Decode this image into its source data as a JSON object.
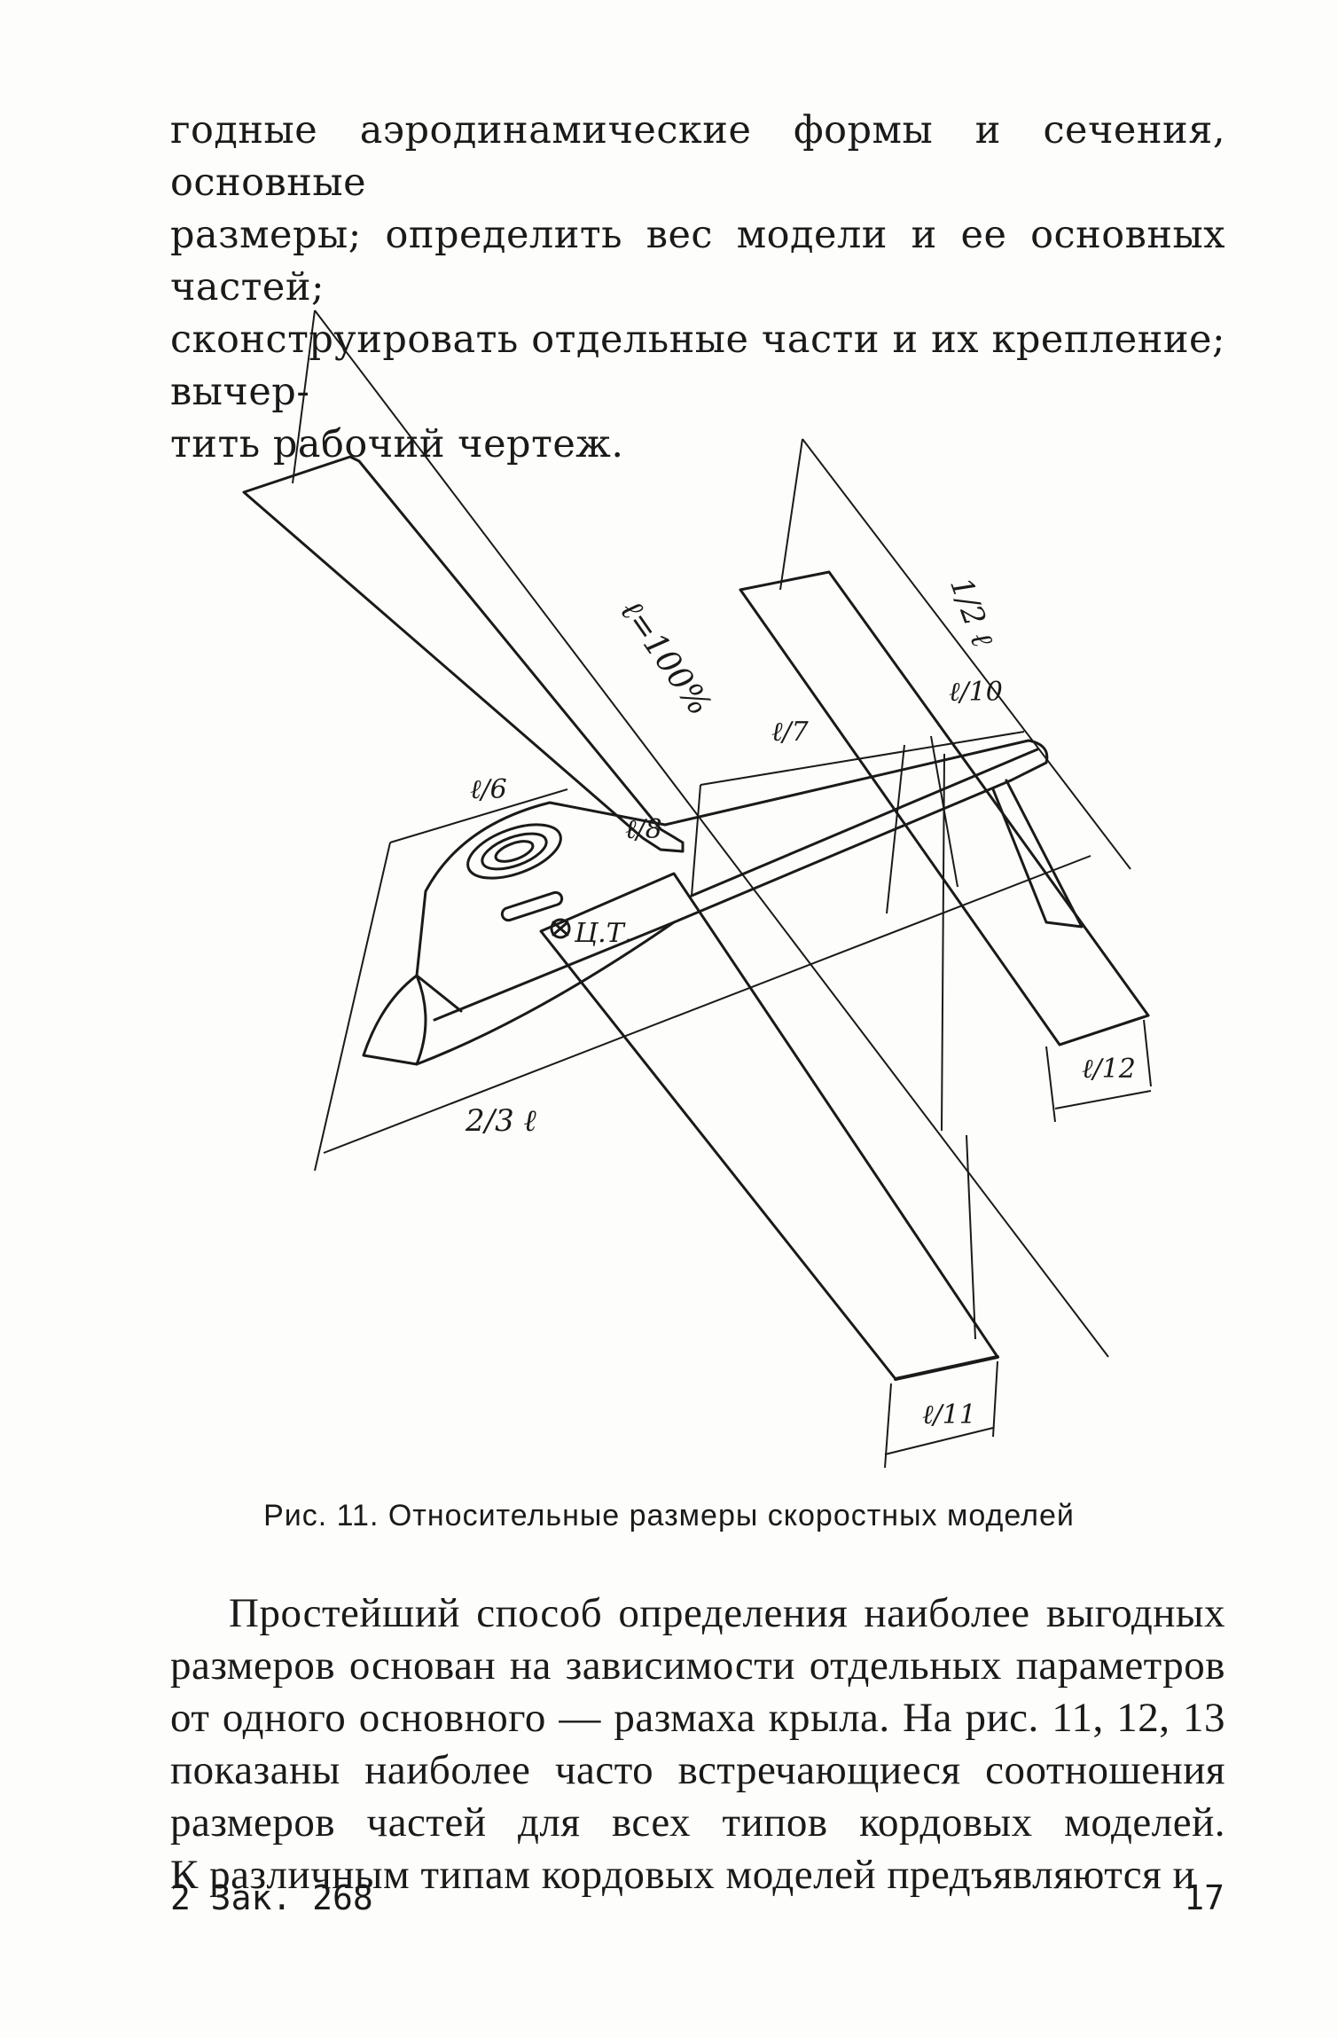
{
  "top_paragraph": {
    "lines": [
      "годные аэродинамические формы и сечения, основные",
      "размеры; определить вес модели и ее основных частей;",
      "сконструировать отдельные части и их крепление; вычер-",
      "тить рабочий чертеж."
    ]
  },
  "figure": {
    "labels": {
      "span": "ℓ=100%",
      "half": "1/2 ℓ",
      "l6": "ℓ/6",
      "l7": "ℓ/7",
      "l8": "ℓ/8",
      "l10": "ℓ/10",
      "l11": "ℓ/11",
      "l12": "ℓ/12",
      "two_thirds": "2/3 ℓ",
      "cg": "Ц.Т."
    }
  },
  "caption": "Рис. 11. Относительные размеры скоростных моделей",
  "bottom_paragraph": {
    "lines": [
      "Простейший способ определения наиболее выгодных",
      "размеров основан на зависимости отдельных параметров",
      "от одного основного — размаха крыла. На рис. 11, 12, 13",
      "показаны наиболее часто встречающиеся соотношения",
      "размеров частей для всех типов кордовых моделей.",
      "К различным типам кордовых моделей предъявляются и"
    ]
  },
  "footer": {
    "left": "2 Зак. 268",
    "right": "17"
  }
}
